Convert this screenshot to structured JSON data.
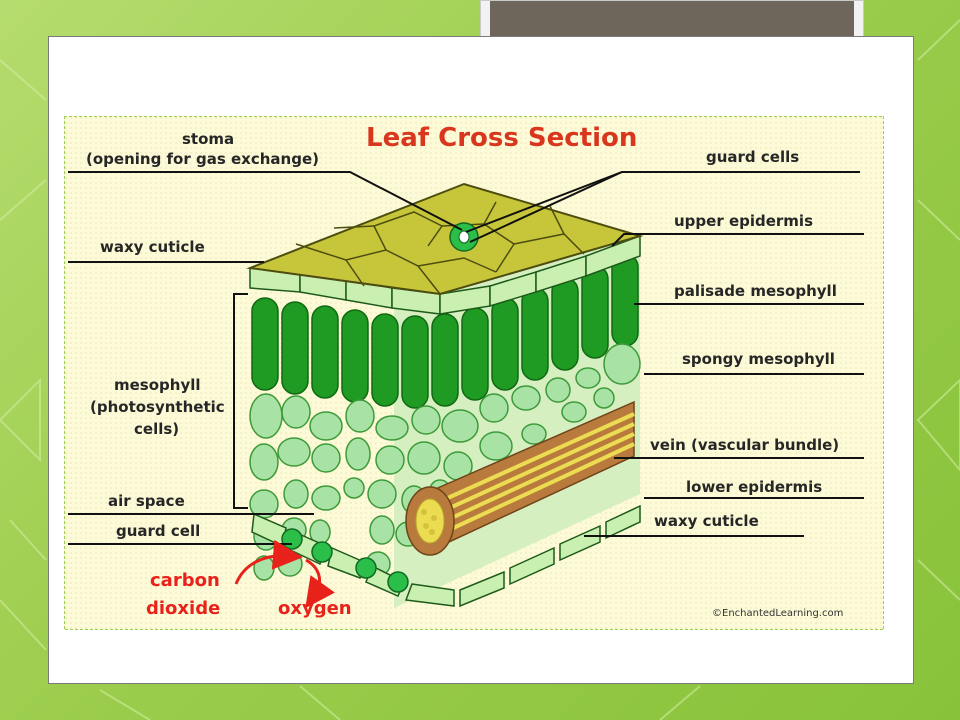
{
  "diagram": {
    "title": "Leaf Cross Section",
    "labels": {
      "stoma": "stoma",
      "stoma_note": "(opening for gas exchange)",
      "guard_cells": "guard cells",
      "upper_epidermis": "upper epidermis",
      "waxy_cuticle_top": "waxy cuticle",
      "palisade_mesophyll": "palisade mesophyll",
      "spongy_mesophyll": "spongy mesophyll",
      "mesophyll_1": "mesophyll",
      "mesophyll_2": "(photosynthetic",
      "mesophyll_3": "cells)",
      "vein": "vein (vascular bundle)",
      "lower_epidermis": "lower epidermis",
      "air_space": "air space",
      "waxy_cuticle_bottom": "waxy cuticle",
      "guard_cell": "guard cell",
      "carbon": "carbon",
      "dioxide": "dioxide",
      "oxygen": "oxygen"
    },
    "credit": "©EnchantedLearning.com",
    "colors": {
      "surface": "#c7c63a",
      "palisade": "#1f9a22",
      "spongy": "#a8e2a4",
      "epidermis": "#c9f0b0",
      "vein": "#b97a3e",
      "xylem": "#ecdc52",
      "arrow": "#e8221a"
    }
  }
}
